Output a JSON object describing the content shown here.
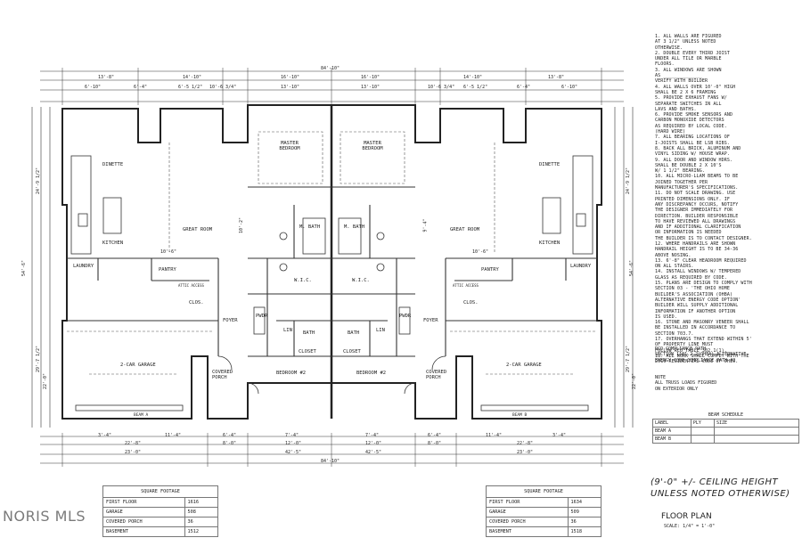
{
  "notes": [
    "1. ALL WALLS ARE FIGURED",
    "AT 3 1/2\" UNLESS NOTED",
    "OTHERWISE.",
    "2. DOUBLE EVERY THIRD JOIST",
    "UNDER ALL TILE OR MARBLE",
    "FLOORS.",
    "3. ALL WINDOWS ARE SHOWN",
    "AS ______________",
    "VERIFY WITH BUILDER",
    "4. ALL WALLS OVER 10'-0\" HIGH",
    "SHALL BE 2 x 6 FRAMING",
    "5. PROVIDE EXHAUST FANS W/",
    "SEPARATE SWITCHES IN ALL",
    "LAVS AND BATHS.",
    "6. PROVIDE SMOKE SENSORS AND",
    "CARBON MONOXIDE DETECTORS",
    "AS REQUIRED BY LOCAL CODE.",
    "(HARD WIRE)",
    "7. ALL BEARING LOCATIONS OF",
    "I-JOISTS SHALL BE LSB RIBS.",
    "8. BACK ALL BRICK, ALUMINUM AND",
    "VINYL SIDING W/ HOUSE WRAP.",
    "9. ALL DOOR AND WINDOW HDRS.",
    "SHALL BE DOUBLE 2 x 10'S",
    "W/ 1 1/2\" BEARING.",
    "10. ALL MICRO-LLAM BEAMS TO BE",
    "JOINED TOGETHER PER",
    "MANUFACTURER'S SPECIFICATIONS.",
    "11. DO NOT SCALE DRAWING. USE",
    "PRINTED DIMENSIONS ONLY. IF",
    "ANY DISCREPANCY OCCURS, NOTIFY",
    "THE DESIGNER IMMEDIATELY FOR",
    "DIRECTION. BUILDER RESPONSIBLE",
    "TO HAVE REVIEWED ALL DRAWINGS",
    "AND IF ADDITIONAL CLARIFICATION",
    "OR INFORMATION IS NEEDED",
    "THE BUILDER IS TO CONTACT DESIGNER.",
    "12. WHERE HANDRAILS ARE SHOWN",
    "HANDRAIL HEIGHT IS TO BE 34-36",
    "ABOVE NOSING.",
    "13. 6'-8\" CLEAR HEADROOM REQUIRED",
    "ON ALL STAIRS.",
    "14. INSTALL WINDOWS W/ TEMPERED",
    "GLASS AS REQUIRED BY CODE.",
    "15. PLANS ARE DESIGN TO COMPLY WITH",
    "SECTION 03 - 'THE OHIO HOME",
    "BUILDER'S ASSOCIATION (OHBA)",
    "ALTERNATIVE ENERGY CODE OPTION'",
    "BUILDER WILL SUPPLY ADDITIONAL",
    "INFORMATION IF ANOTHER OPTION",
    "IS USED.",
    "16. STONE AND MASONRY VENEER SHALL",
    "BE INSTALLED IN ACCORDANCE TO",
    "SECTION 703.7.",
    "17. OVERHANGS THAT EXTEND WITHIN 5'",
    "OF PROPERTY LINE MUST",
    "FOLLOW RCO TABLE 302.1(1).",
    "18. ALL WORK SHALL COMPLY WITH THE",
    "2019 RESIDENTIAL CODE OF OHIO."
  ],
  "compliance": [
    "RCO COMPLIANCE PATH",
    "SECTION 1101.2.2(OHBA) ALTERNATIVE",
    "ENERGY CODE COMPLIANCE PATH #2"
  ],
  "truss_note": [
    "NOTE",
    "ALL TRUSS LOADS FIGURED",
    "ON EXTERIOR ONLY"
  ],
  "beam_schedule": {
    "title": "BEAM SCHEDULE",
    "headers": [
      "LABEL",
      "PLY",
      "SIZE"
    ],
    "rows": [
      [
        "BEAM A",
        "",
        ""
      ],
      [
        "BEAM B",
        "",
        ""
      ]
    ]
  },
  "sqft_left": {
    "title": "SQUARE FOOTAGE",
    "rows": [
      [
        "FIRST FLOOR",
        "1616"
      ],
      [
        "GARAGE",
        "508"
      ],
      [
        "COVERED PORCH",
        "36"
      ],
      [
        "BASEMENT",
        "1512"
      ]
    ]
  },
  "sqft_right": {
    "title": "SQUARE FOOTAGE",
    "rows": [
      [
        "FIRST FLOOR",
        "1634"
      ],
      [
        "GARAGE",
        "509"
      ],
      [
        "COVERED PORCH",
        "36"
      ],
      [
        "BASEMENT",
        "1518"
      ]
    ]
  },
  "ceiling_note": [
    "(9'-0\" +/- CEILING HEIGHT",
    "UNLESS NOTED OTHERWISE)"
  ],
  "sheet_title": "FLOOR PLAN",
  "sheet_scale": "SCALE: 1/4\" = 1'-0\"",
  "watermark": "NORIS MLS",
  "rooms": {
    "master_bedroom": "MASTER BEDROOM",
    "great_room": "GREAT ROOM",
    "kitchen": "KITCHEN",
    "dinette": "DINETTE",
    "laundry": "LAUNDRY",
    "garage": "2-CAR GARAGE",
    "bedroom2": "BEDROOM #2",
    "covered_porch": "COVERED PORCH",
    "foyer": "FOYER",
    "wic": "W.I.C.",
    "bath": "BATH",
    "mbath": "M. BATH",
    "closet": "CLOSET",
    "pantry": "PANTRY",
    "lin": "LIN",
    "clos": "CLOS.",
    "pwdr": "PWDR",
    "attic": "ATTIC ACCESS",
    "beam_a": "BEAM A",
    "beam_b": "BEAM B"
  },
  "dims": {
    "overall": "84'-10\"",
    "half": "42'-5\"",
    "d1": "13'-8\"",
    "d2": "14'-10\"",
    "d3": "16'-10\"",
    "d4": "6'-10\"",
    "d5": "6'-4\"",
    "d6": "10'-6\"",
    "d7": "10'-6 3/4\"",
    "d8": "13'-10\"",
    "d9": "6'-5 1/2\"",
    "d10": "12'-0\"",
    "d11": "11'-4\"",
    "d12": "6'-4\"",
    "d13": "7'-4\"",
    "d14": "22'-8\"",
    "d15": "8'-0\"",
    "d16": "23'-0\"",
    "d17": "3'-4\"",
    "v1": "54'-6\"",
    "v2": "24'-9 1/2\"",
    "v3": "29'-7 1/2\"",
    "v4": "22'-0\"",
    "v5": "10'-2\"",
    "v6": "9'-4\""
  }
}
